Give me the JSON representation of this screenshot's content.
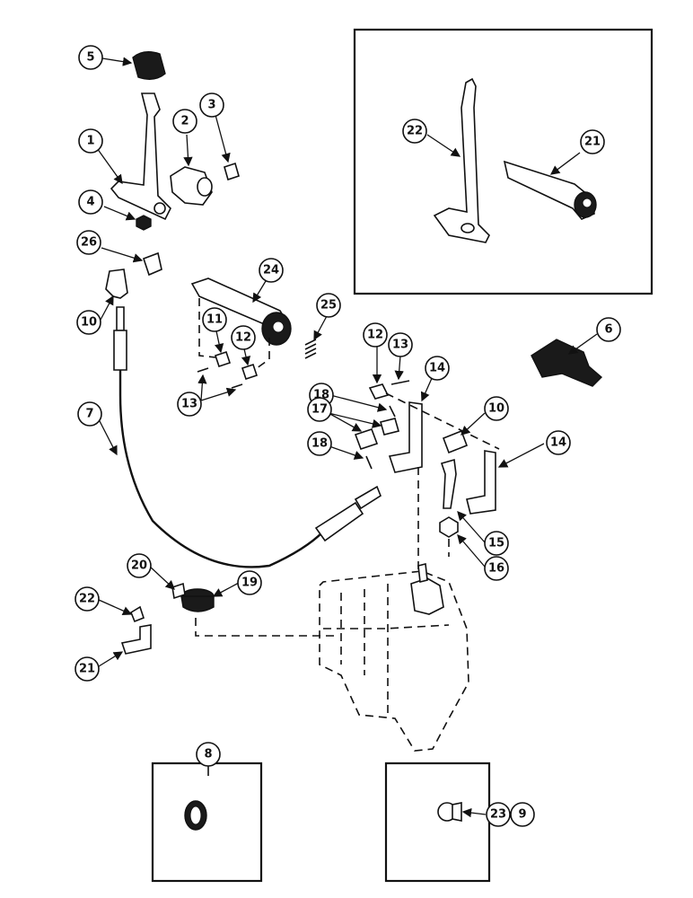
{
  "callouts": {
    "c5": "5",
    "c1": "1",
    "c2": "2",
    "c3": "3",
    "c4": "4",
    "c26": "26",
    "c10a": "10",
    "c24": "24",
    "c25": "25",
    "c11": "11",
    "c12a": "12",
    "c13a": "13",
    "c7": "7",
    "c12b": "12",
    "c13b": "13",
    "c14a": "14",
    "c18a": "18",
    "c17": "17",
    "c18b": "18",
    "c10b": "10",
    "c14b": "14",
    "c15": "15",
    "c16": "16",
    "c6": "6",
    "c20": "20",
    "c19": "19",
    "c22a": "22",
    "c21a": "21",
    "c22b": "22",
    "c21b": "21",
    "c8": "8",
    "c23": "23",
    "c9": "9"
  }
}
